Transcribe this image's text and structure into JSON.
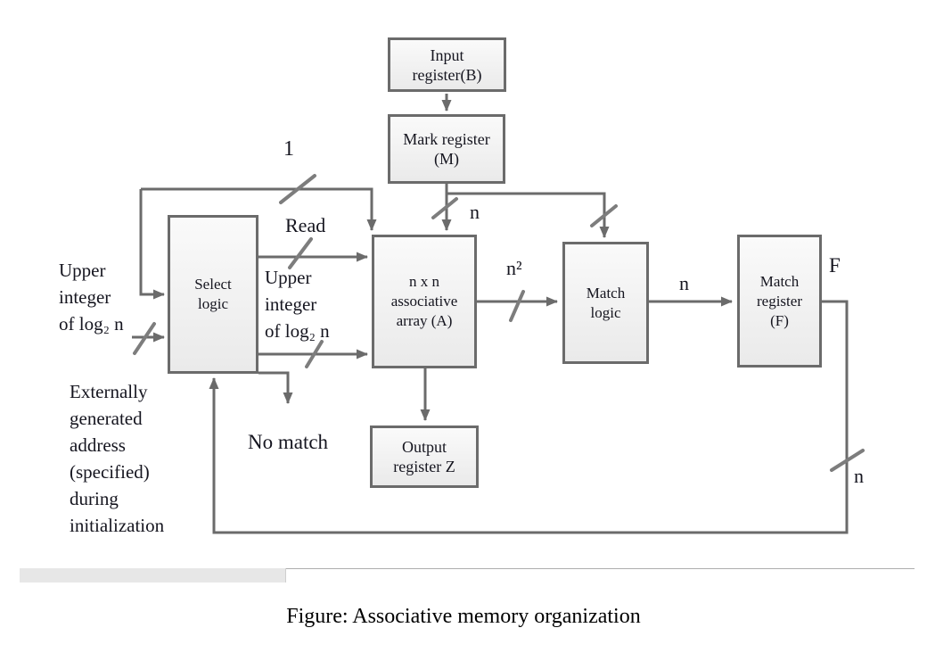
{
  "colors": {
    "line": "#6b6b6b",
    "slash": "#7d7d7d",
    "text": "#15151f",
    "box_fill_top": "#fafafa",
    "box_fill_bottom": "#eaeaea"
  },
  "diagram": {
    "nodes": {
      "input_register": {
        "lines": [
          "Input",
          "register(B)"
        ]
      },
      "mark_register": {
        "lines": [
          "Mark register",
          "(M)"
        ]
      },
      "select_logic": {
        "lines": [
          "Select",
          "logic"
        ]
      },
      "associative_array": {
        "lines": [
          "n x n",
          "associative",
          "array (A)"
        ]
      },
      "match_logic": {
        "lines": [
          "Match",
          "logic"
        ]
      },
      "match_register": {
        "lines": [
          "Match",
          "register",
          "(F)"
        ]
      },
      "output_register": {
        "lines": [
          "Output",
          "register Z"
        ]
      }
    },
    "edge_labels": {
      "one": "1",
      "read": "Read",
      "n_from_mark": "n",
      "n_squared": "n²",
      "n_to_match_register": "n",
      "f_output": "F",
      "n_feedback": "n",
      "no_match": "No match"
    },
    "annotations": {
      "upper_integer_left": [
        "Upper",
        "integer",
        "of log₂ n"
      ],
      "upper_integer_mid": [
        "Upper",
        "integer",
        "of  log₂ n"
      ],
      "external_address": [
        "Externally",
        "generated",
        "address",
        "(specified)",
        "during",
        "initialization"
      ]
    }
  },
  "caption": "Figure: Associative memory organization"
}
